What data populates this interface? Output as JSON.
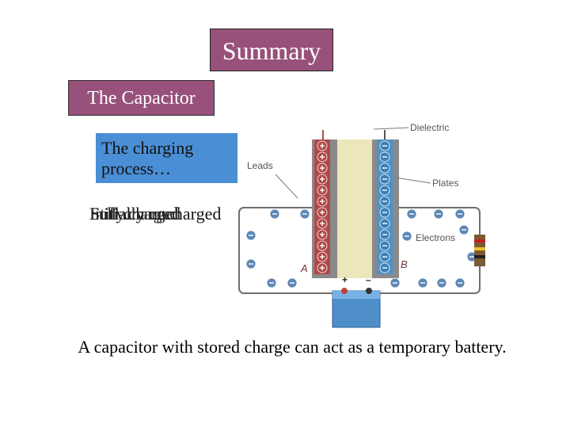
{
  "title": "Summary",
  "subtitle": "The Capacitor",
  "process_label": "The charging process…",
  "states": [
    "Initially uncharged",
    "Fully charged",
    "Still charged"
  ],
  "caption": "A capacitor with stored charge can act as a temporary battery.",
  "diagram": {
    "dielectric_label": "Dielectric",
    "leads_label": "Leads",
    "plates_label": "Plates",
    "electrons_label": "Electrons",
    "point_a": "A",
    "point_b": "B",
    "battery_plus": "+",
    "battery_minus": "–"
  },
  "colors": {
    "title_bg": "#97517a",
    "process_bg": "#4a8ed5",
    "positive_plate": "#b04a4a",
    "negative_plate": "#4b93c9"
  }
}
